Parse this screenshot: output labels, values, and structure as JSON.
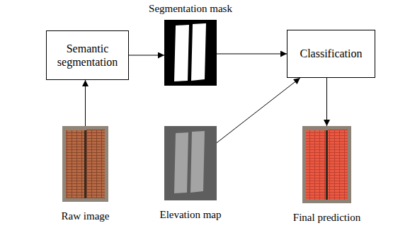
{
  "diagram": {
    "nodes": [
      {
        "text": [
          "Segmentation mask"
        ]
      },
      {
        "text": [
          "Semantic segmentation"
        ]
      },
      {
        "text": [
          "Classification"
        ]
      },
      {
        "text": [
          "Raw image"
        ]
      },
      {
        "text": [
          "Elevation map"
        ]
      },
      {
        "text": [
          "Final prediction"
        ]
      }
    ],
    "edges": [
      {
        "from": 3,
        "to": 1,
        "arrow": "to"
      },
      {
        "from": 1,
        "to": 0,
        "arrow": "to"
      },
      {
        "from": 0,
        "to": 2,
        "arrow": "to"
      },
      {
        "from": 4,
        "to": 2,
        "arrow": "to"
      },
      {
        "from": 2,
        "to": 5,
        "arrow": "to"
      }
    ]
  }
}
